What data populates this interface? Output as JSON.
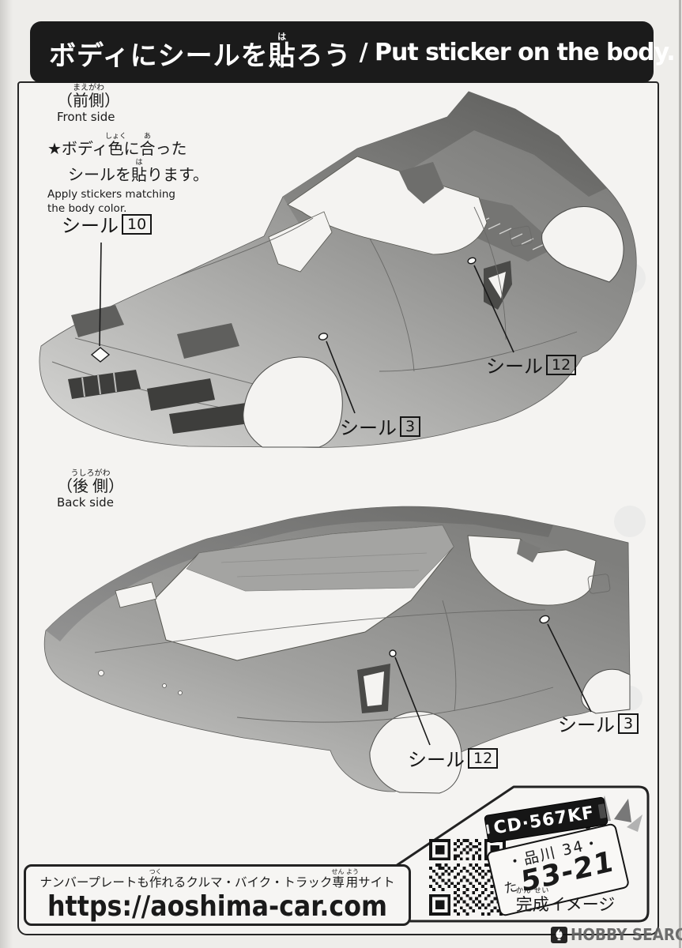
{
  "header": {
    "title_jp": [
      {
        "t": "ボディにシールを"
      },
      {
        "t": "貼",
        "r": "は"
      },
      {
        "t": "ろう"
      }
    ],
    "title_en": "/ Put sticker on the body."
  },
  "front": {
    "section_label": [
      {
        "t": "（"
      },
      {
        "t": "前側",
        "r": "まえがわ"
      },
      {
        "t": "）"
      }
    ],
    "section_label_en": "Front side",
    "note_line1": [
      {
        "t": "★ボディ"
      },
      {
        "t": "色",
        "r": "しょく"
      },
      {
        "t": "に"
      },
      {
        "t": "合",
        "r": "あ"
      },
      {
        "t": "った"
      }
    ],
    "note_line2": [
      {
        "t": "シールを"
      },
      {
        "t": "貼",
        "r": "は"
      },
      {
        "t": "ります。"
      }
    ],
    "note_en_line1": "Apply stickers matching",
    "note_en_line2": "the body color."
  },
  "back": {
    "section_label": [
      {
        "t": "（"
      },
      {
        "t": "後側",
        "r": "うしろがわ"
      },
      {
        "t": "）"
      }
    ],
    "section_label_en": "Back side"
  },
  "callouts": {
    "front_10": {
      "label": "シール",
      "num": "10"
    },
    "front_12": {
      "label": "シール",
      "num": "12"
    },
    "front_3": {
      "label": "シール",
      "num": "3"
    },
    "back_3": {
      "label": "シール",
      "num": "3"
    },
    "back_12": {
      "label": "シール",
      "num": "12"
    }
  },
  "bubble": {
    "plate_black": "CD·567KF",
    "plate_white_region": "・品川 34・",
    "plate_white_hira": "た",
    "plate_white_num": "53-21",
    "finished_label": [
      {
        "t": "完成",
        "r": "かん せい"
      },
      {
        "t": "イメージ"
      }
    ]
  },
  "footer": {
    "site_line": [
      {
        "t": "ナンバープレートも"
      },
      {
        "t": "作",
        "r": "つく"
      },
      {
        "t": "れるクルマ・バイク・トラック"
      },
      {
        "t": "専用",
        "r": "せん よう"
      },
      {
        "t": "サイト"
      }
    ],
    "url": "https://aoshima-car.com"
  },
  "watermark": {
    "text": "HOBBY SEARCH"
  },
  "colors": {
    "banner_black": "#1b1b1b",
    "paper": "#f4f3f1",
    "body_gray": "#9a9a98"
  }
}
